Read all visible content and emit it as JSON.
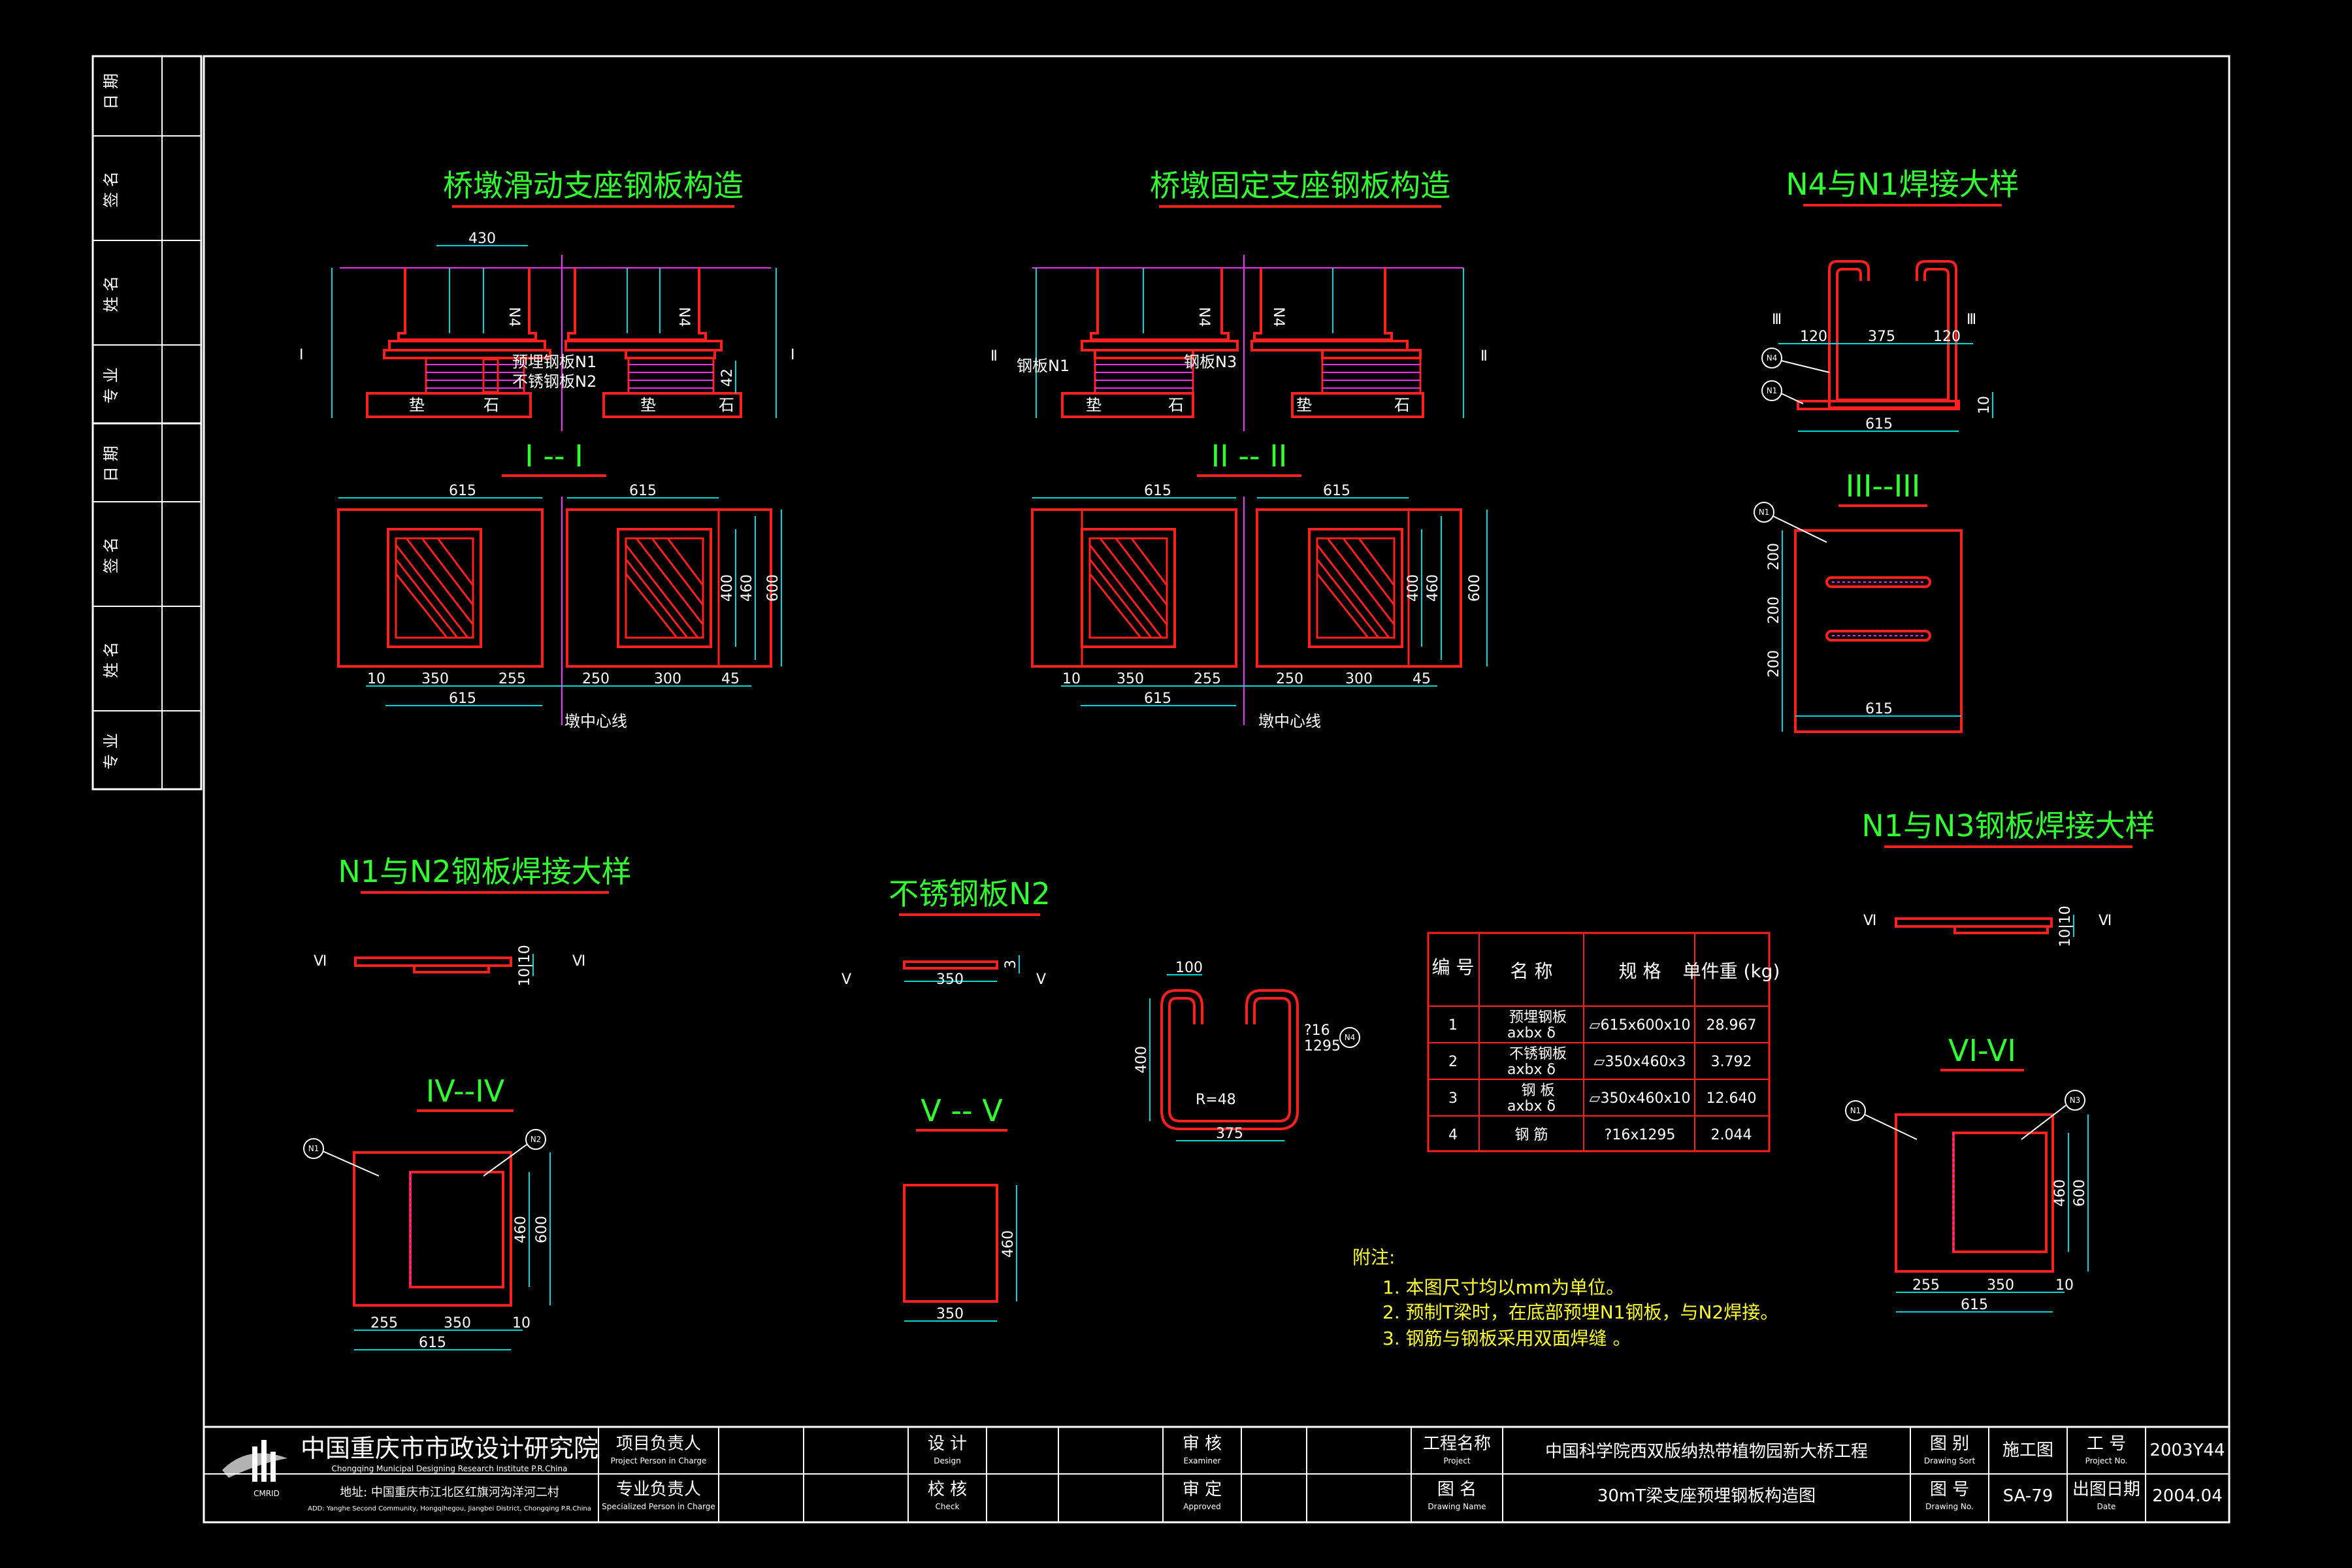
{
  "colors": {
    "background": "#000000",
    "outline": "#ffffff",
    "part": "#ff2020",
    "dimension": "#00d8d8",
    "title": "#33ff33",
    "note": "#ffff33",
    "centerline": "#ff30ff"
  },
  "side_column": {
    "upper": [
      "日 期",
      "签 名",
      "姓 名",
      "专 业"
    ],
    "lower": [
      "日 期",
      "签 名",
      "姓 名",
      "专 业"
    ]
  },
  "titles": {
    "slide": "桥墩滑动支座钢板构造",
    "fixed": "桥墩固定支座钢板构造",
    "n4n1": "N4与N1焊接大样",
    "n1n2": "N1与N2钢板焊接大样",
    "n2": "不锈钢板N2",
    "n1n3": "N1与N3钢板焊接大样"
  },
  "sections": {
    "s1": "I -- I",
    "s2": "II -- II",
    "s3": "III--III",
    "s4": "IV--IV",
    "s5": "V -- V",
    "s6": "VI-VI"
  },
  "labels": {
    "embed_n1": "预埋钢板N1",
    "ss_n2": "不锈钢板N2",
    "pad": "垫",
    "stone": "石",
    "n4": "N4",
    "steel_n1": "钢板N1",
    "steel_n3": "钢板N3",
    "center": "墩中心线",
    "c1": "Ⅰ",
    "c2": "Ⅱ",
    "c3": "Ⅲ",
    "c5": "Ⅴ",
    "c6": "Ⅵ",
    "b_n1": "N1",
    "b_n2": "N2",
    "b_n3": "N3",
    "b_n4": "N4",
    "r48": "R=48",
    "rebar": "?16",
    "rebar_len": "1295"
  },
  "dims": {
    "d430": "430",
    "d615": "615",
    "d350": "350",
    "d255": "255",
    "d250": "250",
    "d300": "300",
    "d10": "10",
    "d45": "45",
    "d400": "400",
    "d460": "460",
    "d600": "600",
    "d42": "42",
    "d120": "120",
    "d375": "375",
    "d200": "200",
    "d100": "100",
    "d3": "3",
    "d10s": "10",
    "d410": "10|10"
  },
  "table": {
    "headers": {
      "no": "编 号",
      "name": "名 称",
      "spec": "规 格",
      "weight": "单件重 (kg)"
    },
    "rows": [
      {
        "no": "1",
        "name": "预埋钢板",
        "sub": "axbx δ",
        "spec": "▱615x600x10",
        "weight": "28.967"
      },
      {
        "no": "2",
        "name": "不锈钢板",
        "sub": "axbx δ",
        "spec": "▱350x460x3",
        "weight": "3.792"
      },
      {
        "no": "3",
        "name": "钢  板",
        "sub": "axbx δ",
        "spec": "▱350x460x10",
        "weight": "12.640"
      },
      {
        "no": "4",
        "name": "钢  筋",
        "sub": "",
        "spec": "?16x1295",
        "weight": "2.044"
      }
    ]
  },
  "notes": {
    "title": "附注:",
    "items": [
      "1. 本图尺寸均以mm为单位。",
      "2. 预制T梁时，在底部预埋N1钢板，与N2焊接。",
      "3. 钢筋与钢板采用双面焊缝 。"
    ]
  },
  "title_block": {
    "org_cn": "中国重庆市市政设计研究院",
    "org_en": "Chongqing Municipal Designing Research Institute P.R.China",
    "addr_cn": "地址: 中国重庆市江北区红旗河沟洋河二村",
    "addr_en": "ADD: Yanghe Second Community, Hongqihegou, Jiangbei District, Chongqing P.R.China",
    "logo": "CMRID",
    "proj_lead": "项目负责人",
    "proj_lead_en": "Project Person in Charge",
    "spec_lead": "专业负责人",
    "spec_lead_en": "Specialized Person in Charge",
    "design": "设 计",
    "design_en": "Design",
    "check": "校 核",
    "check_en": "Check",
    "review": "审 核",
    "review_en": "Examiner",
    "approve": "审 定",
    "approve_en": "Approved",
    "project_label": "工程名称",
    "project_label_en": "Project",
    "project_name": "中国科学院西双版纳热带植物园新大桥工程",
    "drawing_label": "图 名",
    "drawing_label_en": "Drawing Name",
    "drawing_name": "30mT梁支座预埋钢板构造图",
    "sort_label": "图 别",
    "sort_label_en": "Drawing Sort",
    "sort_value": "施工图",
    "no_label": "图 号",
    "no_label_en": "Drawing No.",
    "no_value": "SA-79",
    "projno_label": "工 号",
    "projno_label_en": "Project No.",
    "projno_value": "2003Y44",
    "date_label": "出图日期",
    "date_label_en": "Date",
    "date_value": "2004.04"
  }
}
